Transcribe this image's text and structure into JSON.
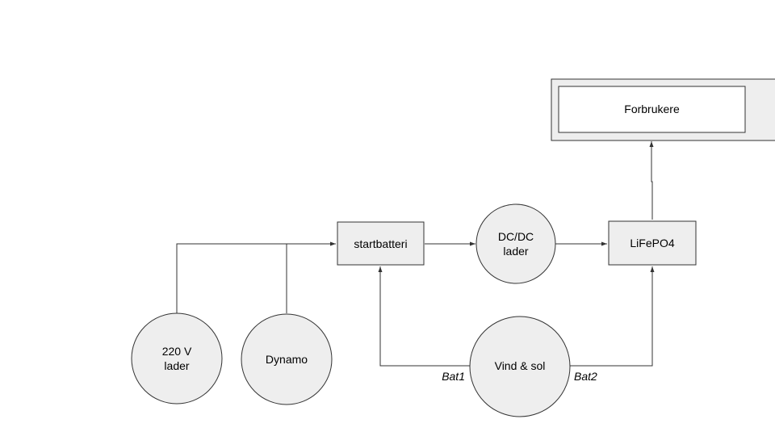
{
  "nodes": {
    "forbrukere": "Forbrukere",
    "startbatteri": "startbatteri",
    "dcdc_line1": "DC/DC",
    "dcdc_line2": "lader",
    "lifepo4": "LiFePO4",
    "lader220_line1": "220 V",
    "lader220_line2": "lader",
    "dynamo": "Dynamo",
    "vind_sol": "Vind & sol"
  },
  "edge_labels": {
    "bat1": "Bat1",
    "bat2": "Bat2"
  },
  "colors": {
    "node_fill": "#eeeeee",
    "stroke": "#333333",
    "forbrukere_fill": "#ffffff"
  }
}
